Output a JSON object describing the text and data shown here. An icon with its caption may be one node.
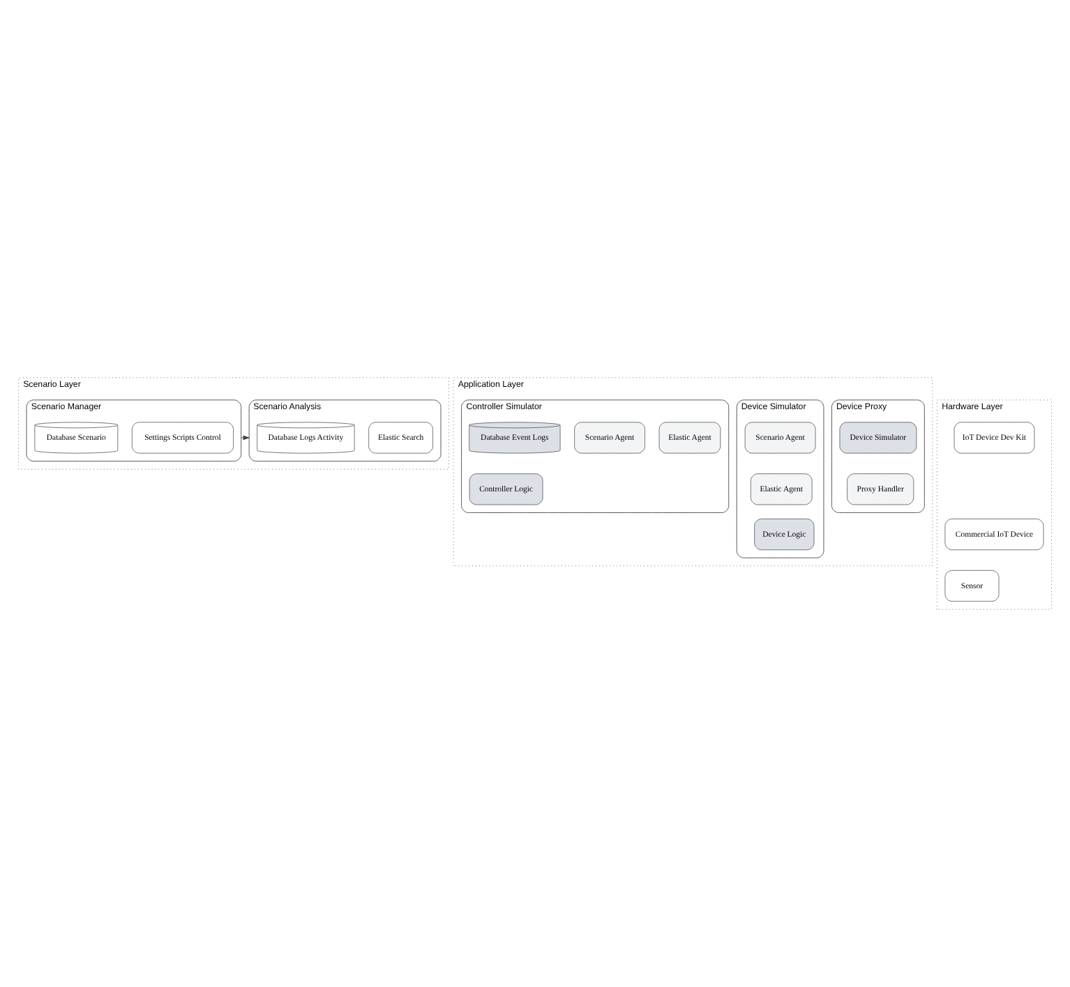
{
  "diagram": {
    "nodes": [
      {
        "text": [
          "Scenario Layer"
        ]
      },
      {
        "text": [
          "Scenario Analysis"
        ],
        "in": 0
      },
      {
        "text": [
          "Elastic Search"
        ],
        "in": 1
      },
      {
        "text": [
          "Database Logs Activity"
        ],
        "in": 1
      },
      {
        "text": [
          "Scenario Manager"
        ],
        "in": 0
      },
      {
        "text": [
          "Settings Scripts Control"
        ],
        "in": 4
      },
      {
        "text": [
          "Database Scenario"
        ],
        "in": 4
      },
      {
        "text": [
          "Application Layer"
        ]
      },
      {
        "text": [
          "Controller Simulator"
        ],
        "in": 7
      },
      {
        "text": [
          "Controller Logic"
        ],
        "in": 8
      },
      {
        "text": [
          "Elastic Agent"
        ],
        "in": 8
      },
      {
        "text": [
          "Scenario Agent"
        ],
        "in": 8
      },
      {
        "text": [
          "Database Event Logs"
        ],
        "in": 8
      },
      {
        "text": [
          "Device Proxy"
        ],
        "in": 7
      },
      {
        "text": [
          "Device Simulator"
        ],
        "in": 13
      },
      {
        "text": [
          "Proxy Handler"
        ],
        "in": 13
      },
      {
        "text": [
          "Device Simulator"
        ],
        "in": 7
      },
      {
        "text": [
          "Scenario Agent"
        ],
        "in": 16
      },
      {
        "text": [
          "Elastic Agent"
        ],
        "in": 16
      },
      {
        "text": [
          "Device Logic"
        ],
        "in": 16
      },
      {
        "text": [
          "Hardware Layer"
        ]
      },
      {
        "text": [
          "Commercial IoT Device"
        ],
        "in": 20
      },
      {
        "text": [
          "IoT Device Dev Kit"
        ],
        "in": 20
      },
      {
        "text": [
          "Sensor"
        ],
        "in": 20
      }
    ],
    "edges": [
      {
        "from": 4,
        "to": 1,
        "arrow": "to"
      }
    ]
  }
}
